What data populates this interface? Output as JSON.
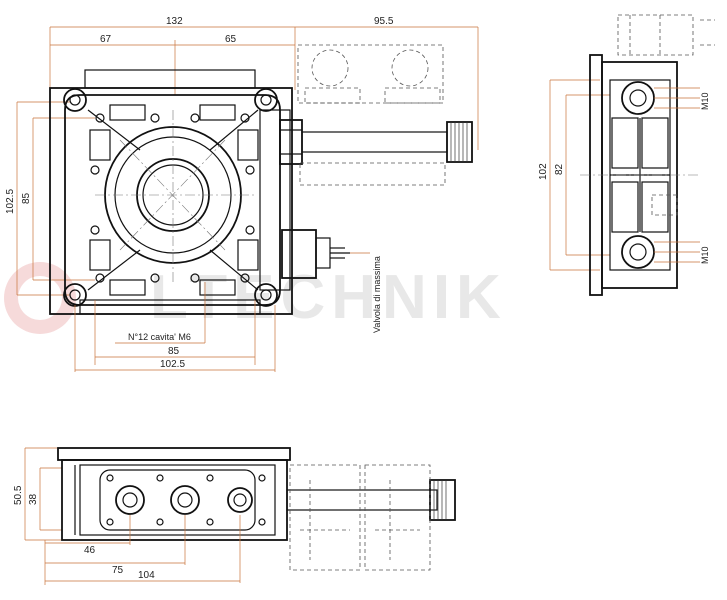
{
  "watermark": {
    "text": "LTECHNIK",
    "color": "#e6e6e6",
    "accent": "#f3d0d0"
  },
  "colors": {
    "line": "#111111",
    "dimension": "#c9733a",
    "hidden": "#555555"
  },
  "front_view": {
    "dims": {
      "overall_width": "132",
      "left_half": "67",
      "right_half": "65",
      "pipe_extension": "95.5",
      "height_outer": "102.5",
      "height_inner": "85",
      "bottom_inner": "85",
      "bottom_outer": "102.5"
    },
    "labels": {
      "holes": "N°12 cavita' M6",
      "valve": "Valvola di massima"
    }
  },
  "side_view": {
    "dims": {
      "height_outer": "102",
      "height_inner": "82"
    },
    "labels": {
      "thread_top": "M10",
      "thread_bottom": "M10"
    }
  },
  "bottom_view": {
    "dims": {
      "height_outer": "50.5",
      "height_inner": "38",
      "offset_1": "46",
      "offset_2": "75",
      "offset_3": "104"
    }
  }
}
